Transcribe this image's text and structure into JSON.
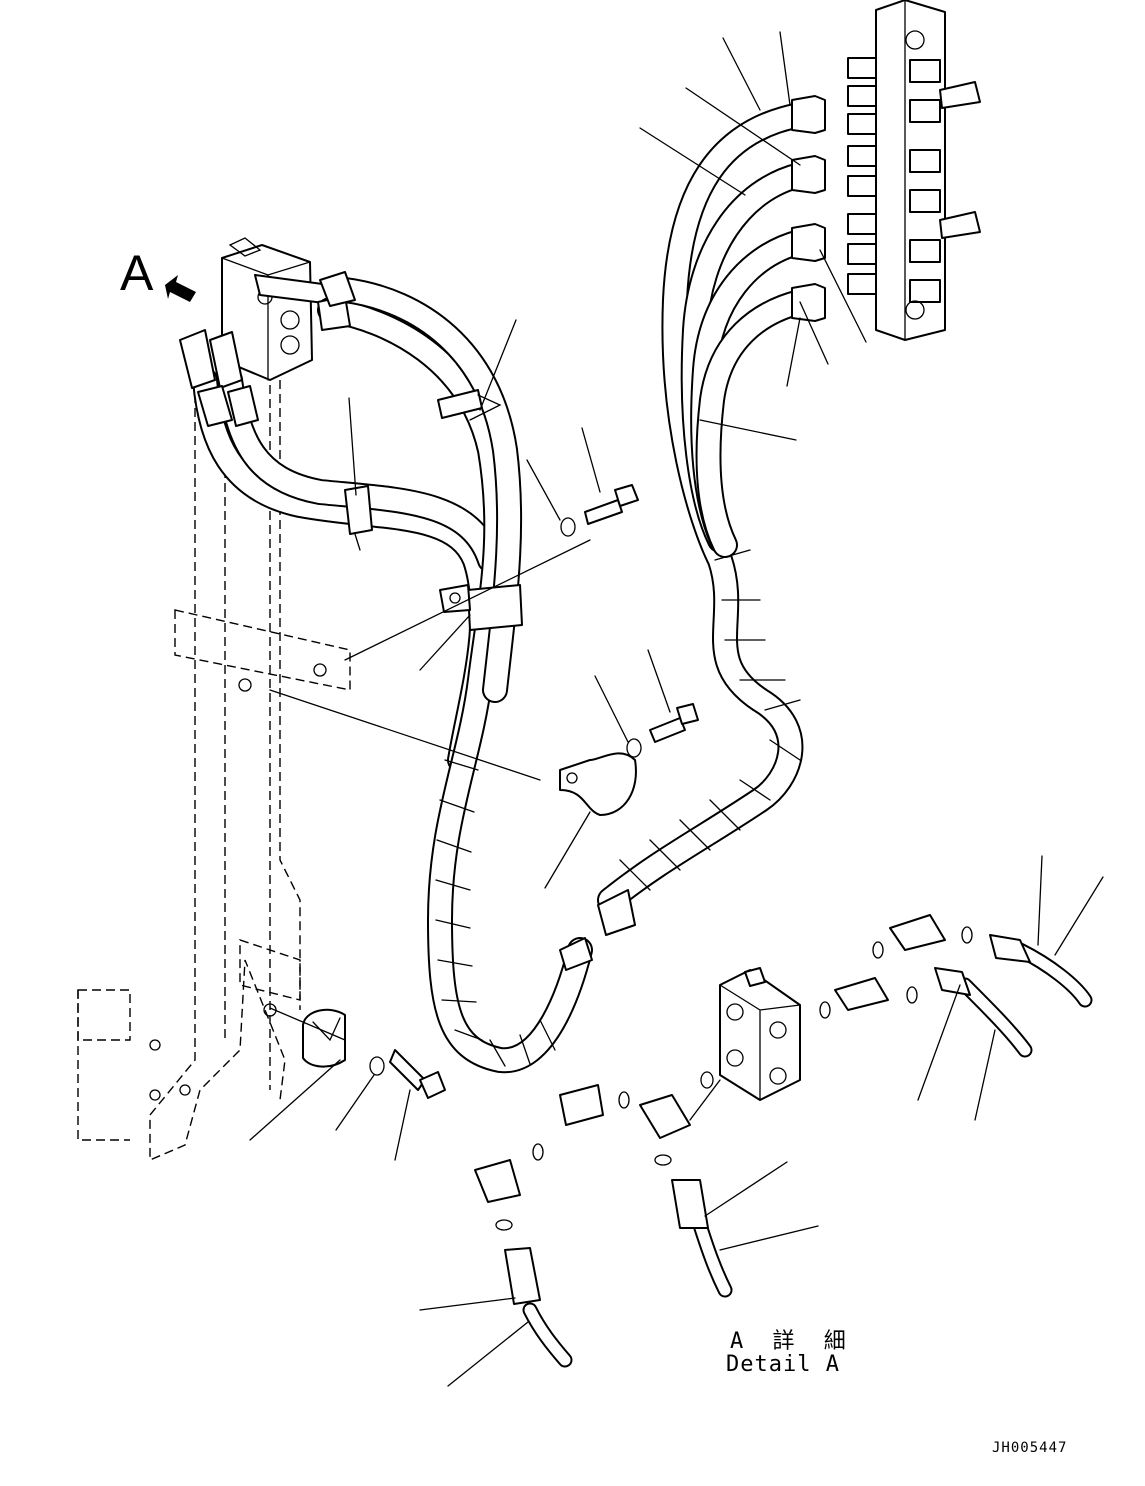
{
  "view_arrow": {
    "letter": "A",
    "icon": "view-direction-arrow-icon"
  },
  "detail": {
    "title_jp": "A 詳 細",
    "title_en": "Detail A"
  },
  "drawing_number": "JH005447"
}
